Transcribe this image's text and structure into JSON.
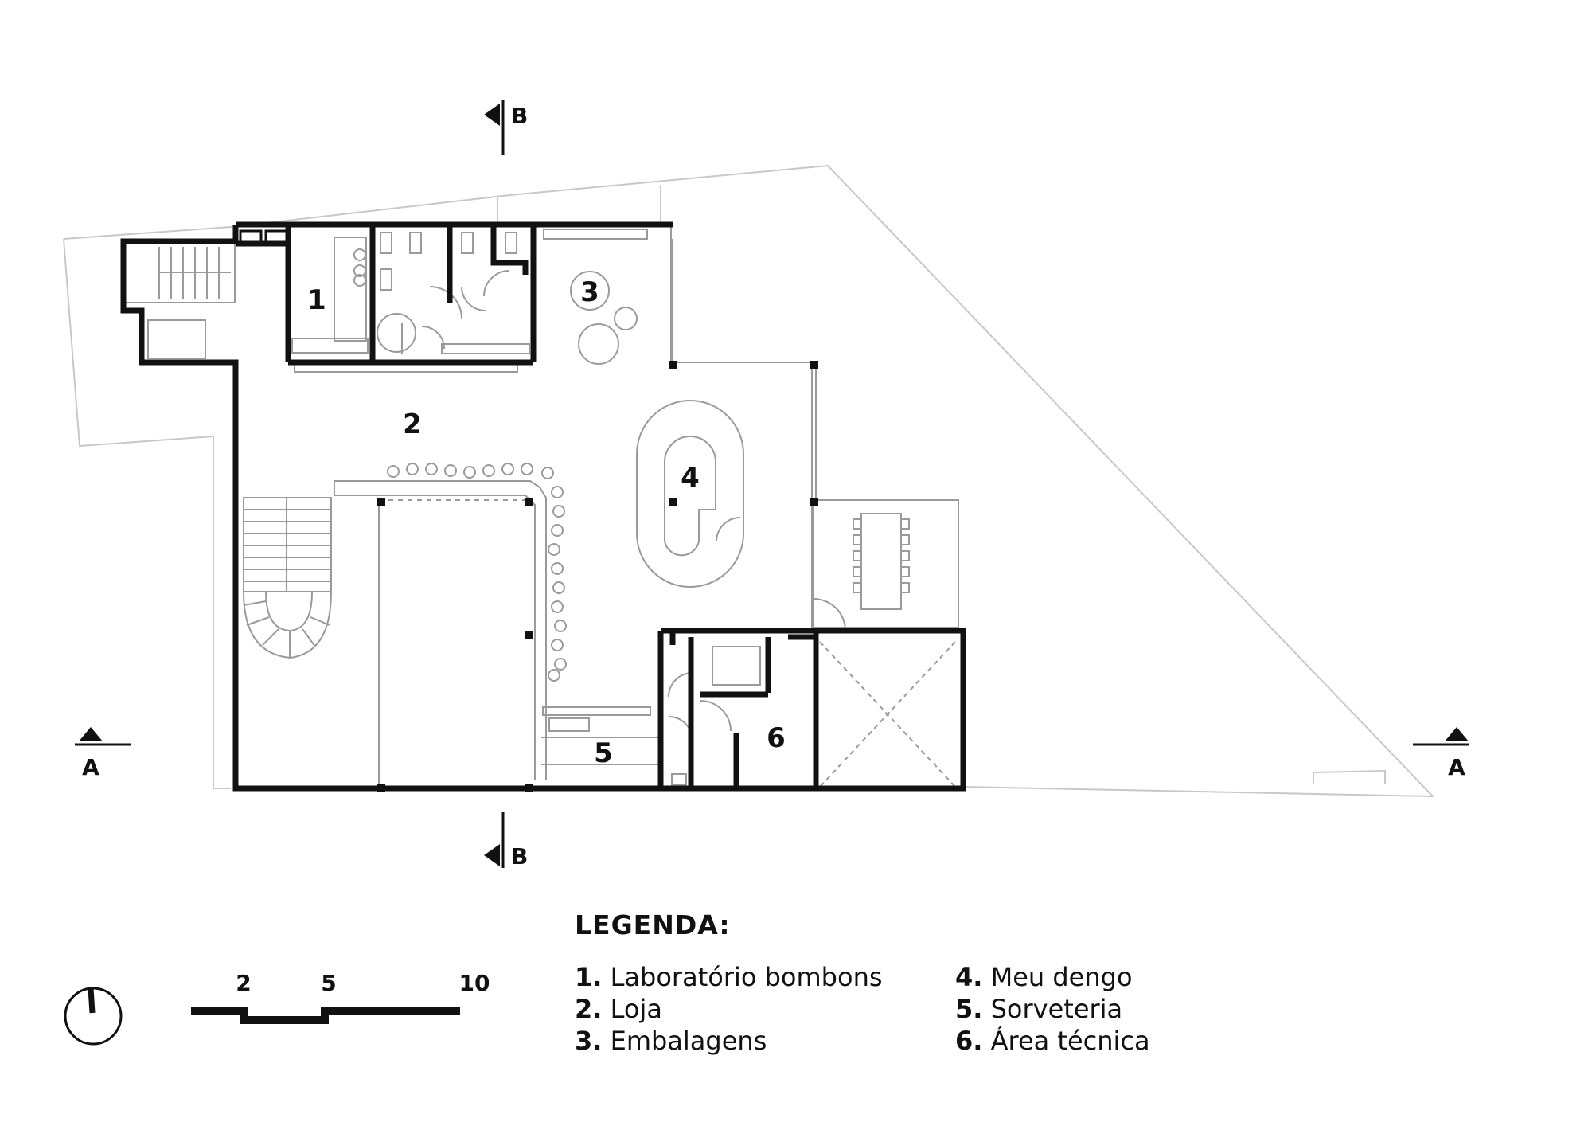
{
  "rooms": [
    {
      "number": "1"
    },
    {
      "number": "2"
    },
    {
      "number": "3"
    },
    {
      "number": "4"
    },
    {
      "number": "5"
    },
    {
      "number": "6"
    }
  ],
  "sections": {
    "b_top": "B",
    "b_bottom": "B",
    "a_left": "A",
    "a_right": "A"
  },
  "scale_bar": {
    "labels": [
      "2",
      "5",
      "10"
    ]
  },
  "legend": {
    "title": "LEGENDA:",
    "items": [
      {
        "number": "1.",
        "label": "Laboratório bombons"
      },
      {
        "number": "2.",
        "label": "Loja"
      },
      {
        "number": "3.",
        "label": "Embalagens"
      },
      {
        "number": "4.",
        "label": "Meu dengo"
      },
      {
        "number": "5.",
        "label": "Sorveteria"
      },
      {
        "number": "6.",
        "label": "Área técnica"
      }
    ]
  }
}
